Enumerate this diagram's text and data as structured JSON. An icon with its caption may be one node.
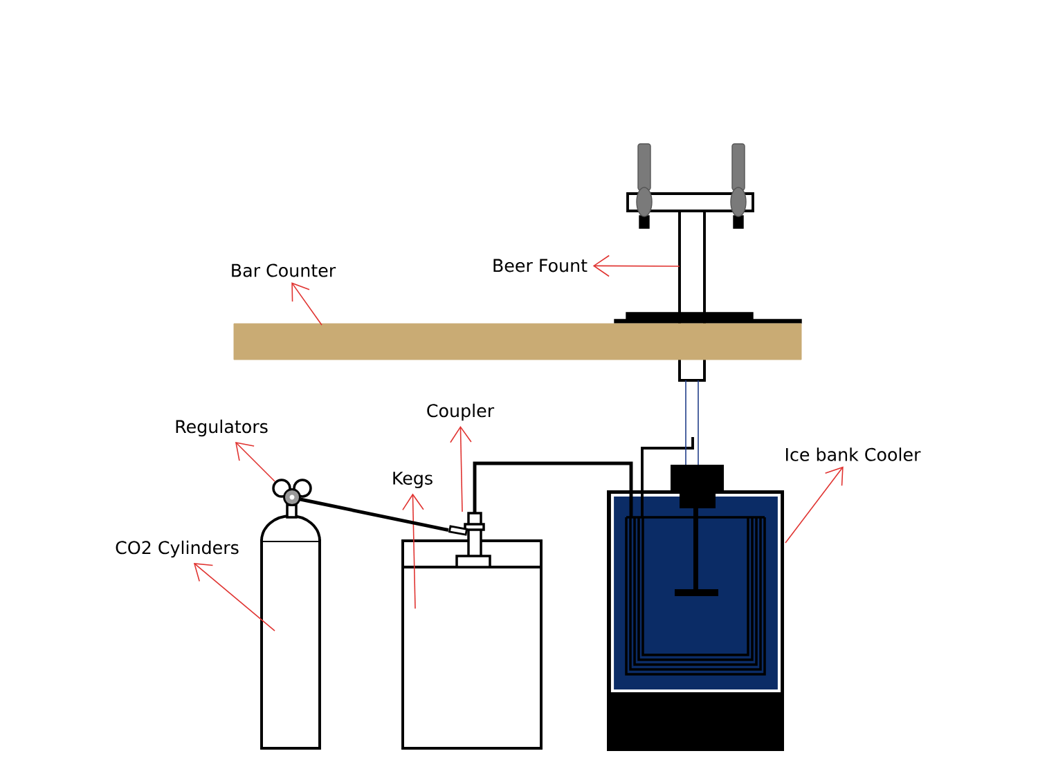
{
  "diagram": {
    "nodes": [
      {
        "text": [
          "Bar Counter"
        ]
      },
      {
        "text": [
          "Beer Fount"
        ]
      },
      {
        "text": [
          "Regulators"
        ]
      },
      {
        "text": [
          "Coupler"
        ]
      },
      {
        "text": [
          "Kegs"
        ]
      },
      {
        "text": [
          "Ice bank Cooler"
        ]
      },
      {
        "text": [
          "CO2 Cylinders"
        ]
      },
      {
        "text": [],
        "shape": "bar"
      },
      {
        "text": [],
        "shape": "box"
      },
      {
        "text": [],
        "shape": "circle"
      },
      {
        "text": [],
        "shape": "box"
      },
      {
        "text": [],
        "shape": "box"
      },
      {
        "text": [],
        "shape": "box"
      },
      {
        "text": [],
        "shape": "cylinder"
      }
    ],
    "edges": [
      {
        "from": 7,
        "to": 0,
        "arrow": "to"
      },
      {
        "from": 8,
        "to": 1,
        "arrow": "to"
      },
      {
        "from": 9,
        "to": 2,
        "arrow": "to"
      },
      {
        "from": 10,
        "to": 3,
        "arrow": "to"
      },
      {
        "from": 11,
        "to": 4,
        "arrow": "to"
      },
      {
        "from": 12,
        "to": 5,
        "arrow": "to"
      },
      {
        "from": 13,
        "to": 6,
        "arrow": "to"
      },
      {
        "from": 9,
        "to": 10,
        "arrow": "none",
        "style": "thick",
        "color": "#000000"
      },
      {
        "from": 10,
        "to": 12,
        "arrow": "none",
        "style": "thick",
        "color": "#000000"
      },
      {
        "from": 12,
        "to": 8,
        "arrow": "none",
        "color": "#1f3c88"
      },
      {
        "from": 12,
        "to": 8,
        "arrow": "none",
        "color": "#1f3c88"
      }
    ]
  }
}
